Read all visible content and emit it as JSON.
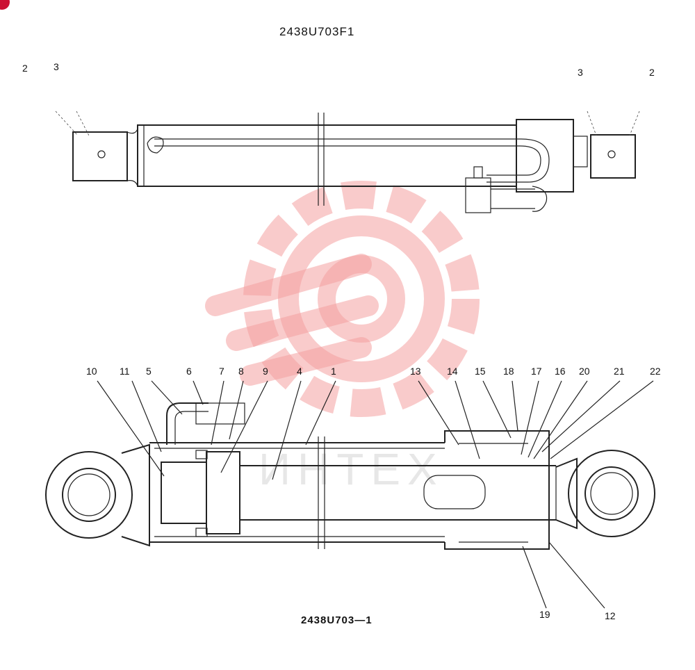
{
  "drawing": {
    "top_title": "2438U703F1",
    "bottom_title": "2438U703—1",
    "watermark_text": "ИНТЕХ",
    "watermark_color": "#f08a8a",
    "top_labels": [
      {
        "id": "t2l",
        "text": "2"
      },
      {
        "id": "t3l",
        "text": "3"
      },
      {
        "id": "t3r",
        "text": "3"
      },
      {
        "id": "t2r",
        "text": "2"
      }
    ],
    "bottom_labels": [
      {
        "id": "b10",
        "text": "10"
      },
      {
        "id": "b11",
        "text": "11"
      },
      {
        "id": "b5",
        "text": "5"
      },
      {
        "id": "b6",
        "text": "6"
      },
      {
        "id": "b7",
        "text": "7"
      },
      {
        "id": "b8",
        "text": "8"
      },
      {
        "id": "b9",
        "text": "9"
      },
      {
        "id": "b4",
        "text": "4"
      },
      {
        "id": "b1",
        "text": "1"
      },
      {
        "id": "b13",
        "text": "13"
      },
      {
        "id": "b14",
        "text": "14"
      },
      {
        "id": "b15",
        "text": "15"
      },
      {
        "id": "b18",
        "text": "18"
      },
      {
        "id": "b17",
        "text": "17"
      },
      {
        "id": "b16",
        "text": "16"
      },
      {
        "id": "b20",
        "text": "20"
      },
      {
        "id": "b21",
        "text": "21"
      },
      {
        "id": "b22",
        "text": "22"
      },
      {
        "id": "b19",
        "text": "19"
      },
      {
        "id": "b12",
        "text": "12"
      }
    ]
  }
}
